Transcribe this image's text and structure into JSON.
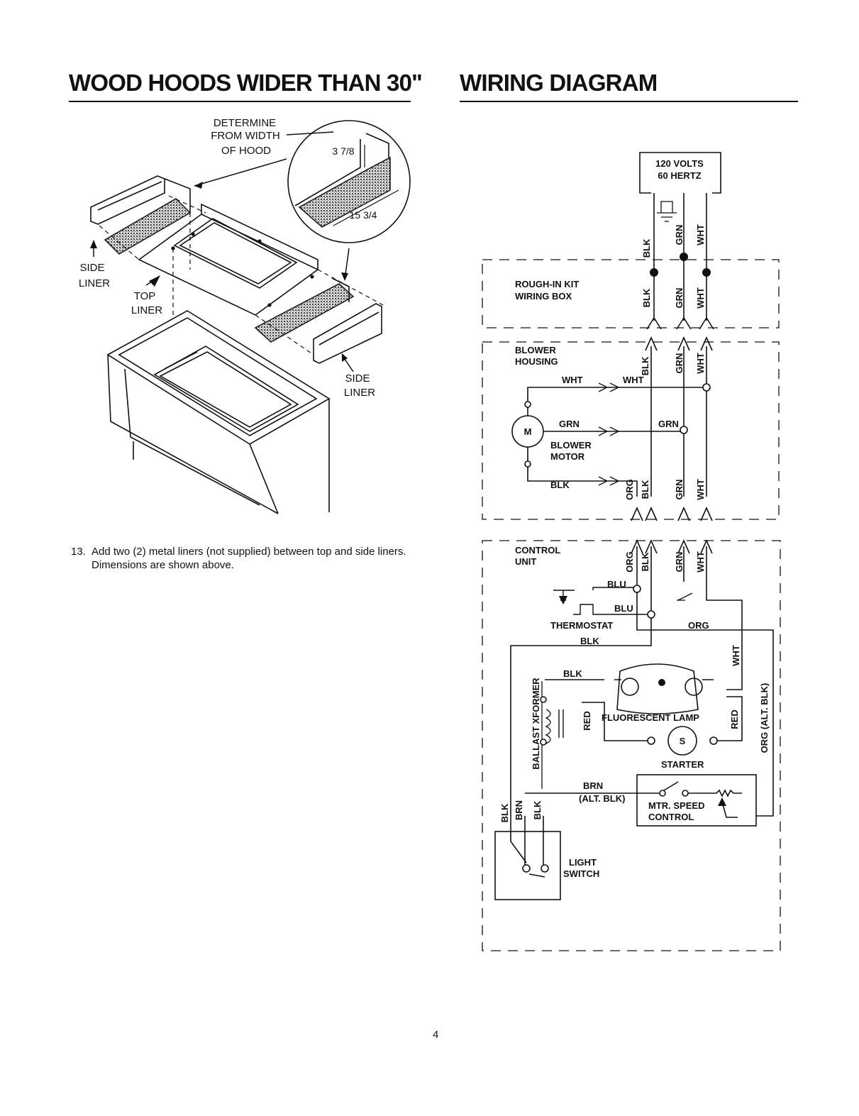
{
  "headings": {
    "left": "WOOD HOODS WIDER THAN 30\"",
    "right": "WIRING DIAGRAM"
  },
  "hood_figure": {
    "callout_determine": [
      "DETERMINE",
      "FROM WIDTH",
      "OF HOOD"
    ],
    "dim_a": "3 7/8",
    "dim_b": "15 3/4",
    "side_liner_left": [
      "SIDE",
      "LINER"
    ],
    "top_liner": [
      "TOP",
      "LINER"
    ],
    "side_liner_right": [
      "SIDE",
      "LINER"
    ]
  },
  "instruction": {
    "number": "13.",
    "text": "Add two (2) metal liners (not supplied) between top and side liners. Dimensions are shown above."
  },
  "wiring": {
    "supply": [
      "120 VOLTS",
      "60 HERTZ"
    ],
    "boxes": {
      "rough_in": [
        "ROUGH-IN KIT",
        "WIRING BOX"
      ],
      "blower": [
        "BLOWER",
        "HOUSING"
      ],
      "control": [
        "CONTROL",
        "UNIT"
      ]
    },
    "wire_colors": {
      "blk": "BLK",
      "grn": "GRN",
      "wht": "WHT",
      "org": "ORG",
      "blu": "BLU",
      "red": "RED",
      "brn": "BRN",
      "alt_blk": "(ALT. BLK)",
      "org_alt_blk": "ORG (ALT. BLK)"
    },
    "components": {
      "motor_symbol": "M",
      "blower_motor": [
        "BLOWER",
        "MOTOR"
      ],
      "thermostat": "THERMOSTAT",
      "ballast": "BALLAST XFORMER",
      "lamp": "FLUORESCENT LAMP",
      "starter_symbol": "S",
      "starter": "STARTER",
      "speed_control": [
        "MTR. SPEED",
        "CONTROL"
      ],
      "light_switch": [
        "LIGHT",
        "SWITCH"
      ]
    }
  },
  "page_number": "4"
}
